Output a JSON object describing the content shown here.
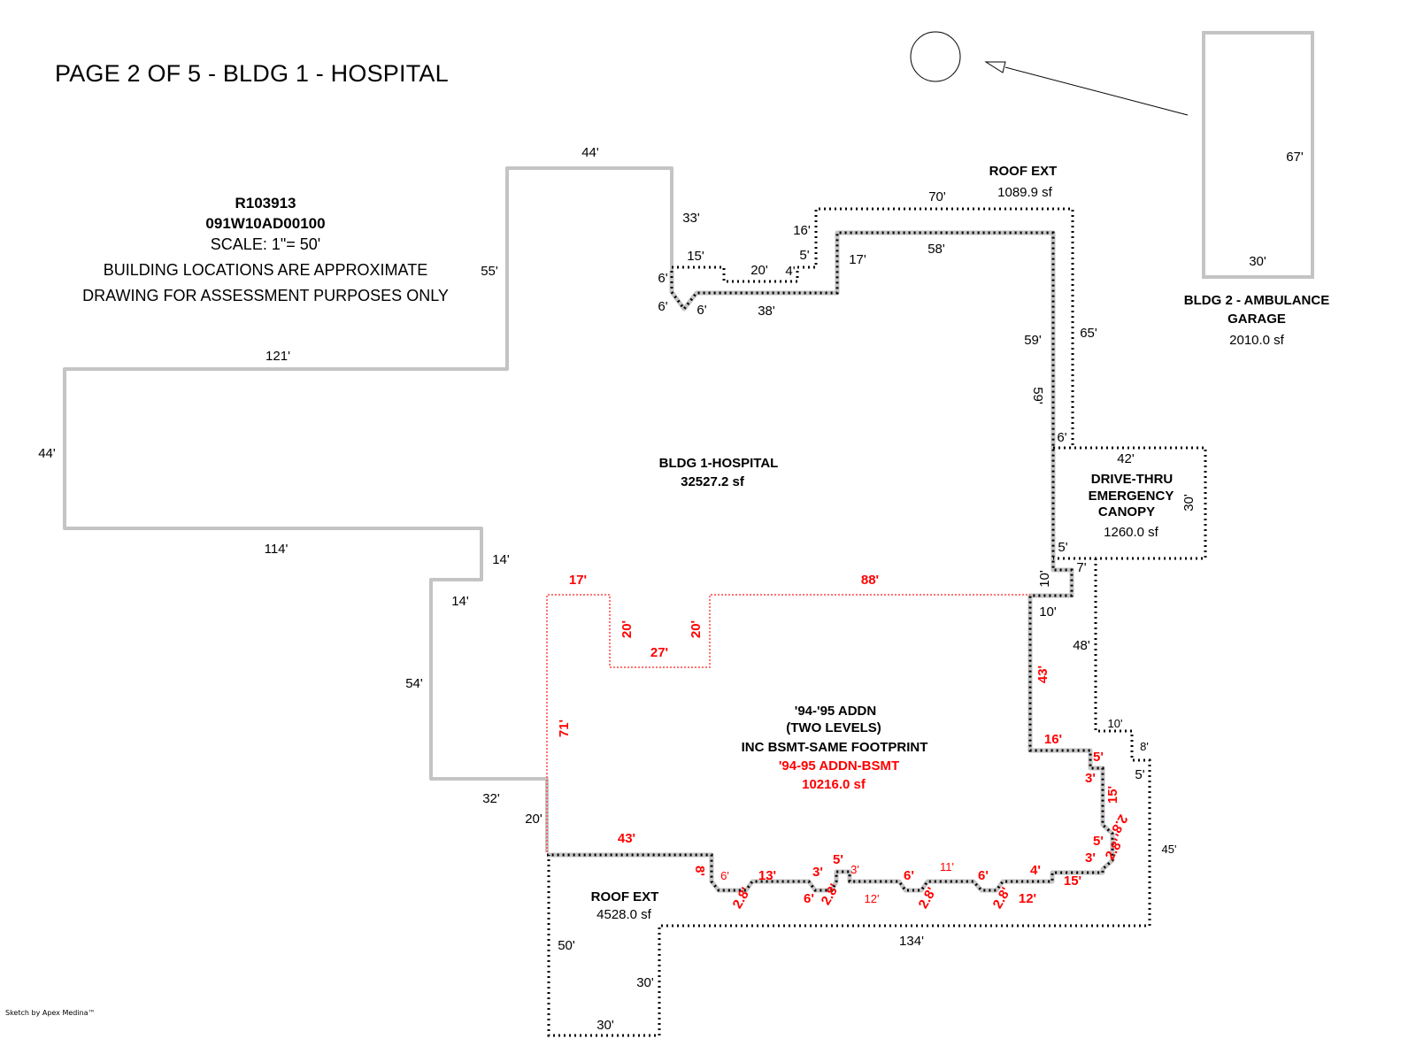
{
  "page": {
    "title": "PAGE 2 OF 5 - BLDG 1 - HOSPITAL",
    "footer": "Sketch by Apex Medina™"
  },
  "info": {
    "parcel_id": "R103913",
    "map_taxlot": "091W10AD00100",
    "scale": "SCALE: 1\"= 50'",
    "note1": "BUILDING LOCATIONS ARE APPROXIMATE",
    "note2": "DRAWING FOR ASSESSMENT PURPOSES ONLY"
  },
  "colors": {
    "building_outline": "#c4c4c4",
    "dotted_line": "#000000",
    "addition_line": "#ff0000",
    "addition_text": "#ff0000"
  },
  "areas": {
    "bldg1": {
      "name": "BLDG 1-HOSPITAL",
      "area": "32527.2 sf"
    },
    "roof_ext_top": {
      "name": "ROOF EXT",
      "area": "1089.9 sf"
    },
    "canopy": {
      "name_lines": [
        "DRIVE-THRU",
        "EMERGENCY",
        "CANOPY"
      ],
      "area": "1260.0 sf"
    },
    "bldg2": {
      "name_lines": [
        "BLDG 2 - AMBULANCE",
        "GARAGE"
      ],
      "area": "2010.0 sf"
    },
    "addition": {
      "name_lines": [
        "'94-'95 ADDN",
        "(TWO LEVELS)",
        "INC BSMT-SAME FOOTPRINT"
      ],
      "sub_name": "'94-95 ADDN-BSMT",
      "area": "10216.0 sf"
    },
    "roof_ext_bottom": {
      "name": "ROOF EXT",
      "area": "4528.0 sf"
    }
  },
  "dimensions": {
    "bldg1": [
      "44'",
      "33'",
      "55'",
      "121'",
      "44'",
      "114'",
      "14'",
      "14'",
      "54'",
      "32'",
      "20'",
      "58'",
      "17'",
      "38'",
      "6'",
      "6'",
      "59'",
      "6'",
      "5'",
      "10'",
      "10'"
    ],
    "roof_ext_top": [
      "70'",
      "16'",
      "5'",
      "4'",
      "20'",
      "15'",
      "6'",
      "65'"
    ],
    "canopy": [
      "42'",
      "30'",
      "7'"
    ],
    "bldg2": [
      "67'",
      "30'"
    ],
    "addition": [
      "17'",
      "20'",
      "27'",
      "20'",
      "88'",
      "71'",
      "43'",
      "43'",
      "16'",
      "5'",
      "3'",
      "15'",
      "2.8'",
      "5'",
      "3'",
      "2.8'",
      "15'",
      "4'",
      "12'",
      "2.8'",
      "6'",
      "11'",
      "6'",
      "2.8'",
      "12'",
      "3'",
      "5'",
      "3'",
      "2.8'",
      "6'",
      "13'",
      "2.8'",
      "6'",
      "8'"
    ],
    "roof_ext_bottom": [
      "48'",
      "10'",
      "8'",
      "5'",
      "45'",
      "134'",
      "30'",
      "30'",
      "50'"
    ]
  }
}
